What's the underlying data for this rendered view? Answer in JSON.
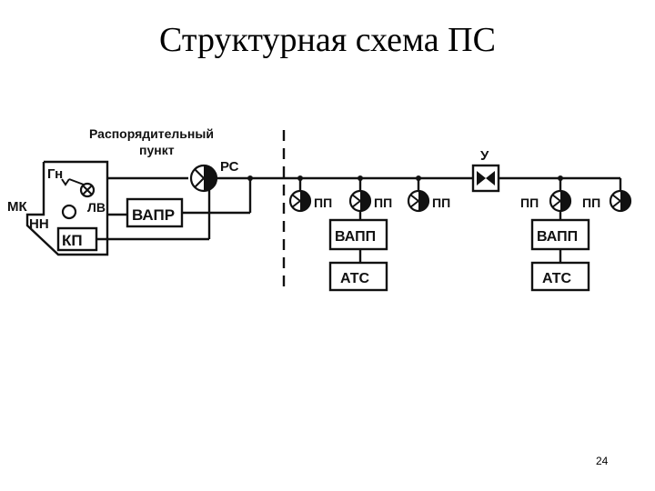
{
  "title": "Структурная схема ПС",
  "page_number": "24",
  "diagram": {
    "dispatch_point": {
      "line1": "Распорядительный",
      "line2": "пункт"
    },
    "console": {
      "gn": "Гн",
      "mk": "МК",
      "lv": "ЛВ",
      "nn": "НН",
      "kp": "КП"
    },
    "vapr": "ВАПР",
    "rs": "РС",
    "u": "У",
    "pp": [
      "ПП",
      "ПП",
      "ПП",
      "ПП",
      "ПП"
    ],
    "vapp": [
      "ВАПП",
      "ВАПП"
    ],
    "ats": [
      "АТС",
      "АТС"
    ]
  }
}
